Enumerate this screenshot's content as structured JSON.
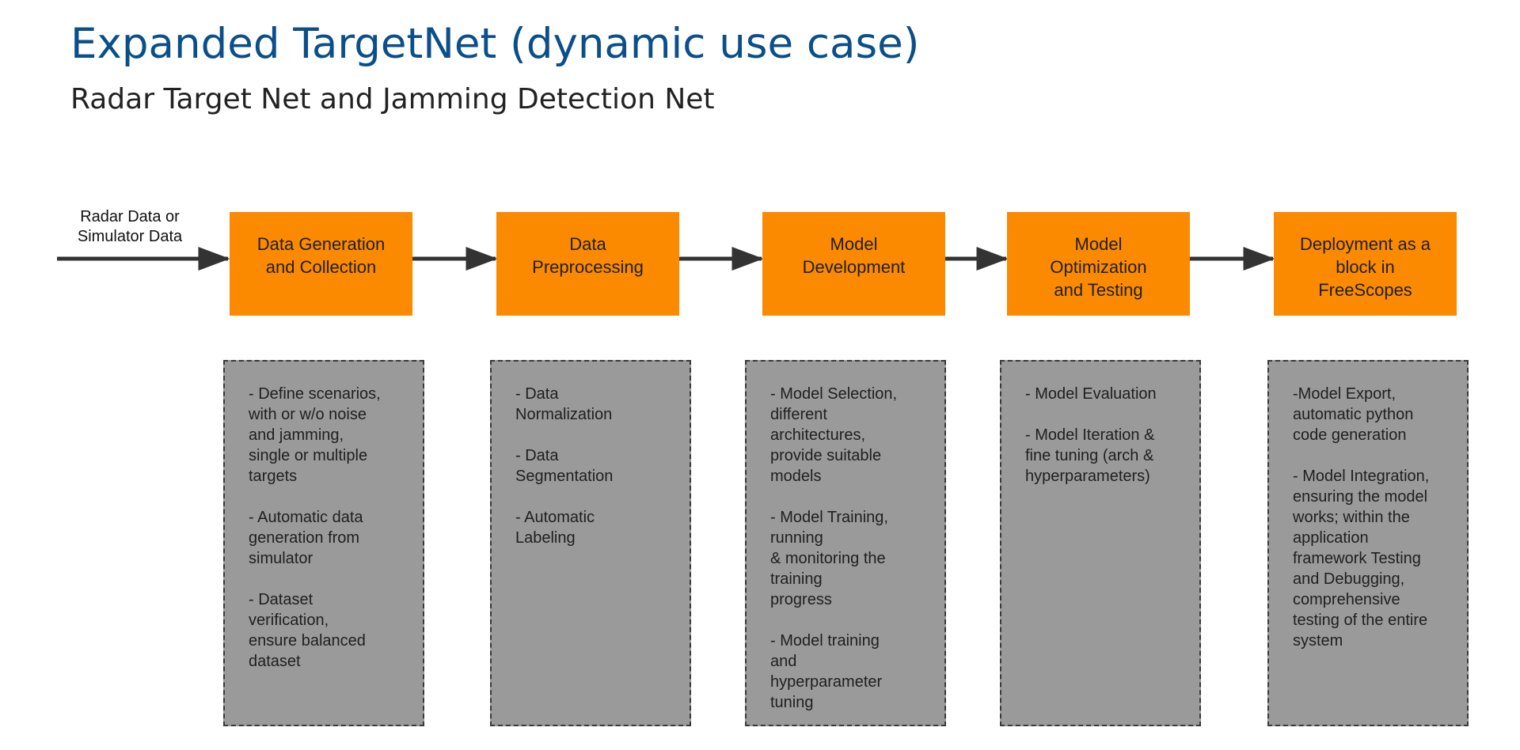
{
  "title": "Expanded TargetNet (dynamic use case)",
  "subtitle": "Radar Target Net and Jamming Detection Net",
  "input_label": [
    "Radar Data or",
    "Simulator Data"
  ],
  "steps": [
    {
      "label_lines": [
        "Data Generation",
        "and  Collection"
      ],
      "details": [
        [
          "- Define scenarios,",
          "with or w/o noise",
          "and jamming,",
          "single or multiple",
          "targets"
        ],
        [
          "- Automatic data",
          "generation from",
          "simulator"
        ],
        [
          "- Dataset",
          "verification,",
          "ensure balanced",
          "dataset"
        ]
      ]
    },
    {
      "label_lines": [
        "Data",
        "Preprocessing"
      ],
      "details": [
        [
          "- Data",
          "Normalization"
        ],
        [
          "- Data",
          "Segmentation"
        ],
        [
          "- Automatic",
          "Labeling"
        ]
      ]
    },
    {
      "label_lines": [
        "Model",
        "Development"
      ],
      "details": [
        [
          "- Model Selection,",
          "different",
          "architectures,",
          "provide suitable",
          "models"
        ],
        [
          "- Model Training,",
          "running",
          "& monitoring the",
          "training",
          "progress"
        ],
        [
          "- Model training",
          "and",
          "hyperparameter",
          "tuning"
        ]
      ]
    },
    {
      "label_lines": [
        "Model",
        "Optimization",
        "and Testing"
      ],
      "details": [
        [
          "- Model Evaluation"
        ],
        [
          "- Model Iteration &",
          "fine tuning (arch &",
          "hyperparameters)"
        ]
      ]
    },
    {
      "label_lines": [
        "Deployment as a",
        "block in",
        "FreeScopes"
      ],
      "details": [
        [
          "-Model Export,",
          "automatic python",
          "code generation"
        ],
        [
          "- Model Integration,",
          "ensuring the model",
          "works; within the",
          "application",
          "framework Testing",
          "and Debugging,",
          "comprehensive",
          "testing of the entire",
          "system"
        ]
      ]
    }
  ],
  "colors": {
    "title": "#0b4f8a",
    "step_fill": "#fb8a00",
    "detail_fill": "#9a9a9a",
    "arrow": "#333333"
  }
}
